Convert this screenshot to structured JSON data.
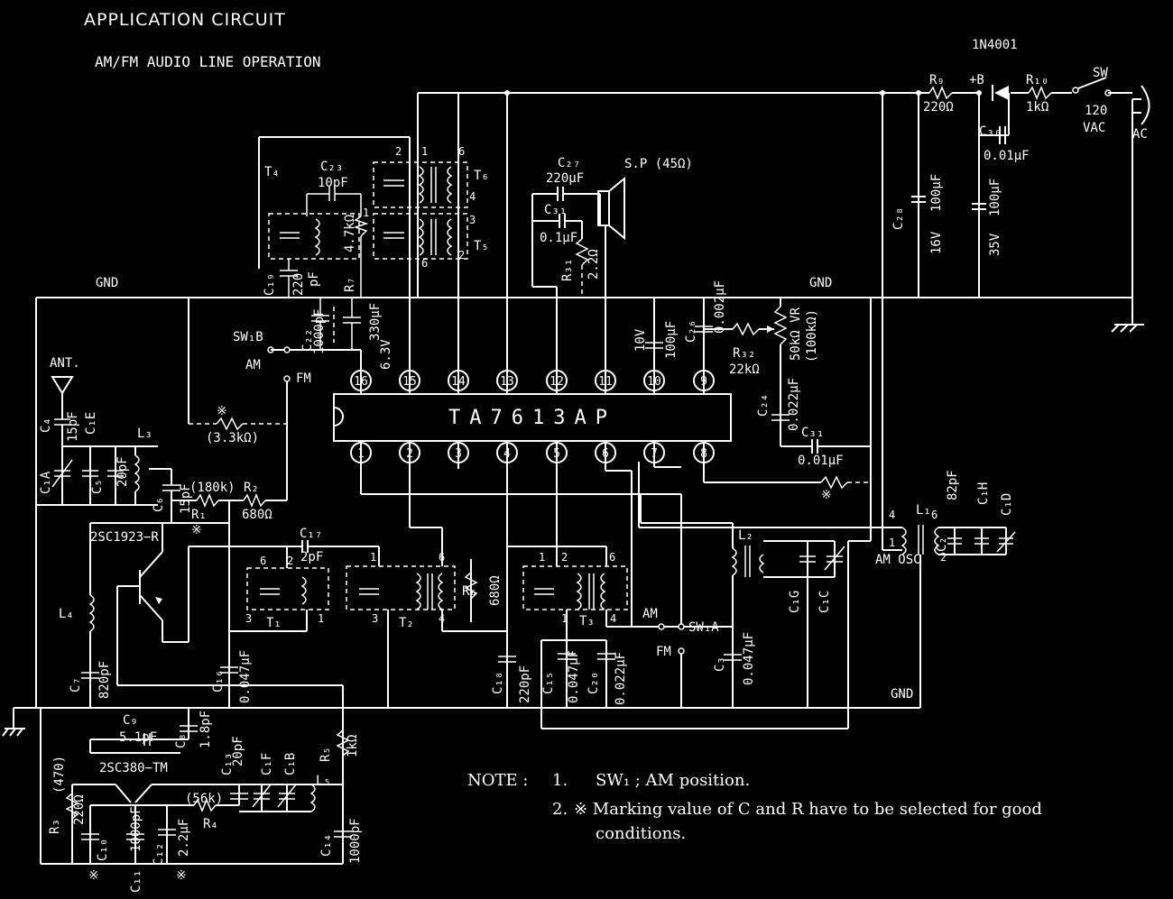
{
  "title": "APPLICATION CIRCUIT",
  "subtitle": "AM/FM AUDIO LINE OPERATION",
  "ic": {
    "name": "TA7613AP",
    "pins_top": [
      "16",
      "15",
      "14",
      "13",
      "12",
      "11",
      "10",
      "9"
    ],
    "pins_bottom": [
      "1",
      "2",
      "3",
      "4",
      "5",
      "6",
      "7",
      "8"
    ]
  },
  "labels": {
    "gnd_left": "GND",
    "gnd_right": "GND",
    "gnd_bottom": "GND",
    "ant": "ANT.",
    "diode": "1N4001",
    "plus_b": "+B",
    "sw": "SW",
    "vac_top": "120",
    "vac_bottom": "VAC",
    "ac": "AC",
    "speaker": "S.P (45Ω)",
    "sw1b": "SW₁B",
    "sw1b_am": "AM",
    "sw1b_fm": "FM",
    "sw1a": "SW₁A",
    "sw1a_am": "AM",
    "sw1a_fm": "FM",
    "am_osc": "AM  OSC",
    "tr1": "2SC1923−R",
    "tr2": "2SC380−TM"
  },
  "components": {
    "r9": "R₉",
    "r9_val": "220Ω",
    "r10": "R₁₀",
    "r10_val": "1kΩ",
    "c30": "C₃₀",
    "c30_val": "0.01μF",
    "c28": "C₂₈",
    "c28_val": "100μF",
    "c28_v": "16V",
    "c29_val": "100μF",
    "c29_v": "35V",
    "t4": "T₄",
    "t5": "T₅",
    "t6": "T₆",
    "c23": "C₂₃",
    "c23_val": "10pF",
    "c19": "C₁₉",
    "c19_val": "220",
    "c19_unit": "pF",
    "r7": "R₇",
    "r7_val": "4.7kΩ",
    "c27": "C₂₇",
    "c27_val": "220μF",
    "c31a": "C₃₁",
    "c31a_val": "0.1μF",
    "r31": "R₃₁",
    "r31_val": "2.2Ω",
    "c22": "C₂₂",
    "c22_val": "1000pF",
    "c_330": "330μF",
    "c_330_v": "6.3V",
    "c_10v": "10V",
    "c_100": "100μF",
    "c26": "C₂₆",
    "c26_val": "0.002μF",
    "r32": "R₃₂",
    "r32_val": "22kΩ",
    "vr": "50kΩ VR",
    "vr_alt": "(100kΩ)",
    "c24": "C₂₄",
    "c24_val": "0.022μF",
    "c31b": "C₃₁",
    "c31b_val": "0.01μF",
    "r_33k": "(3.3kΩ)",
    "c4": "C₄",
    "c4_val": "15pF",
    "c1e": "C₁E",
    "c1a": "C₁A",
    "c5": "C₅",
    "c5_val": "20pF",
    "l3": "L₃",
    "c6": "C₆",
    "c6_val": "15pF",
    "r1": "R₁",
    "r1_val": "(180k)",
    "r2": "R₂",
    "r2_val": "680Ω",
    "c17": "C₁₇",
    "c17_val": "2pF",
    "t1": "T₁",
    "t2": "T₂",
    "t3": "T₃",
    "r6": "R₆",
    "r6_val": "680Ω",
    "l4": "L₄",
    "c7": "C₇",
    "c7_val": "820pF",
    "c16": "C₁₆",
    "c16_val": "0.047μF",
    "c18": "C₁₈",
    "c18_val": "220pF",
    "c15": "C₁₅",
    "c15_val": "0.047μF",
    "c20": "C₂₀",
    "c20_val": "0.022μF",
    "c3": "C₃",
    "c3_val": "0.047μF",
    "l2": "L₂",
    "c1g": "C₁G",
    "c1c": "C₁C",
    "l1": "L₁",
    "c2": "C₂",
    "c2_val": "82pF",
    "c1h": "C₁H",
    "c1d": "C₁D",
    "c9": "C₉",
    "c9_val": "5.1pF",
    "c8": "C₈",
    "c8_val": "1.8pF",
    "r5": "R₅",
    "r5_val": "1kΩ",
    "r3": "R₃",
    "r3_val": "220Ω",
    "r3_alt": "(470)",
    "c13": "C₁₃",
    "c13_val": "20pF",
    "c1f": "C₁F",
    "c1b": "C₁B",
    "l5": "L₅",
    "r4": "R₄",
    "r4_val": "(56k)",
    "c10": "C₁₀",
    "c11": "C₁₁",
    "c11_val": "1000pF",
    "c12": "C₁₂",
    "c12_val": "2.2μF",
    "c14": "C₁₄",
    "c14_val": "1000pF",
    "mark": "※"
  },
  "note": {
    "head": "NOTE :",
    "n1_num": "1.",
    "n1": "SW₁ ; AM position.",
    "n2_num": "2.",
    "n2a": "※ Marking value of C and R have to be selected for good",
    "n2b": "conditions."
  }
}
